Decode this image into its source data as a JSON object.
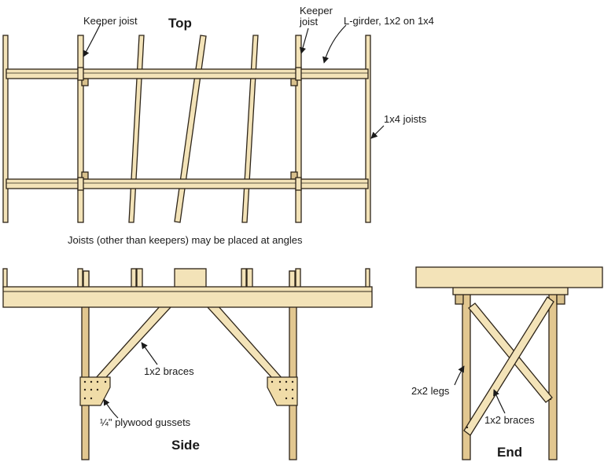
{
  "views": {
    "top": "Top",
    "side": "Side",
    "end": "End"
  },
  "labels": {
    "keeper_joist_left": "Keeper joist",
    "keeper_joist_right_line1": "Keeper",
    "keeper_joist_right_line2": "joist",
    "l_girder": "L-girder, 1x2 on 1x4",
    "joists": "1x4 joists",
    "angles_note": "Joists (other than keepers) may be placed at angles",
    "side_braces": "1x2 braces",
    "gussets": "¼\" plywood gussets",
    "legs": "2x2 legs",
    "end_braces": "1x2 braces"
  },
  "colors": {
    "wood_light": "#f3e3b8",
    "wood_mid": "#e2c790",
    "wood_dark": "#d8c08c",
    "outline": "#2d2418",
    "text": "#1a1a1a"
  }
}
